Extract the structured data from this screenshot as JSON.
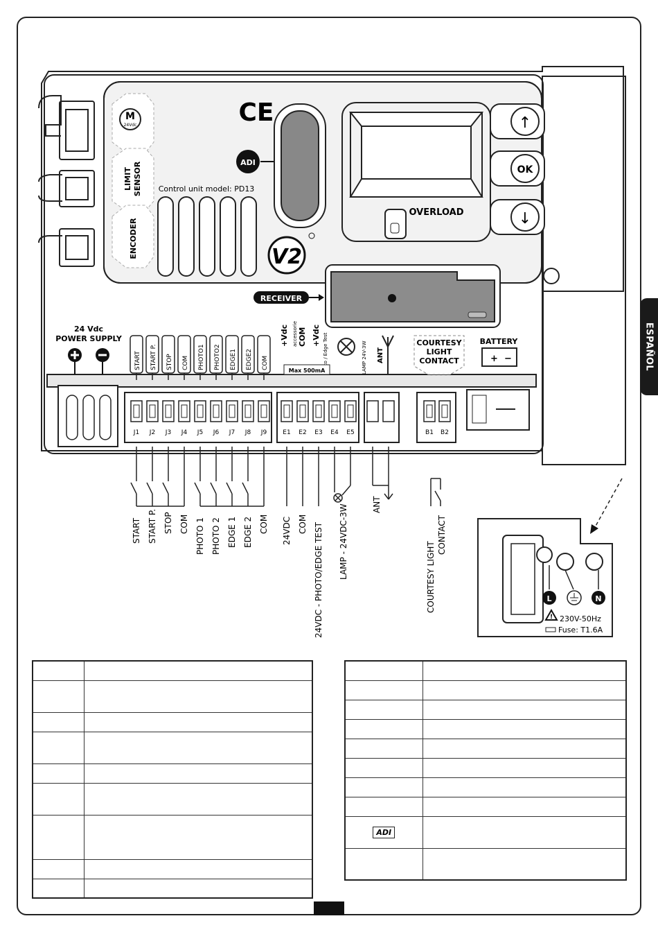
{
  "language_tab": "ESPAÑOL",
  "board": {
    "marks": {
      "ce": "CE",
      "adi": "ADI",
      "brand": "V2"
    },
    "motor": {
      "letter": "M",
      "spec": "24Vdc"
    },
    "side_labels": {
      "limit_sensor_1": "LIMIT",
      "limit_sensor_2": "SENSOR",
      "encoder": "ENCODER"
    },
    "model": "Control unit model: PD13",
    "overload": "OVERLOAD",
    "buttons": {
      "up": "↑",
      "ok": "OK",
      "down": "↓"
    },
    "receiver": "RECEIVER",
    "power_supply_1": "24 Vdc",
    "power_supply_2": "POWER SUPPLY",
    "input_labels": [
      "START",
      "START P.",
      "STOP",
      "COM",
      "PHOTO1",
      "PHOTO2",
      "EDGE1",
      "EDGE2",
      "COM"
    ],
    "accessory_labels": {
      "vdc": "+Vdc",
      "accessories": "accessorie",
      "com": "COM",
      "max": "Max 500mA",
      "vdc2": "+Vdc",
      "photo_edge_test": "Photo / Edge Test"
    },
    "lamp_label": "LAMP 24V-3W",
    "ant_label": "ANT",
    "courtesy_1": "COURTESY",
    "courtesy_2": "LIGHT",
    "courtesy_3": "CONTACT",
    "battery": "BATTERY",
    "terminals_j": [
      "J1",
      "J2",
      "J3",
      "J4",
      "J5",
      "J6",
      "J7",
      "J8",
      "J9"
    ],
    "terminals_e": [
      "E1",
      "E2",
      "E3",
      "E4",
      "E5"
    ],
    "terminals_b": [
      "B1",
      "B2"
    ]
  },
  "wiring_labels": {
    "start": "START",
    "start_p": "START P.",
    "stop": "STOP",
    "com1": "COM",
    "photo1": "PHOTO 1",
    "photo2": "PHOTO 2",
    "edge1": "EDGE 1",
    "edge2": "EDGE 2",
    "com2": "COM",
    "vdc24": "24VDC",
    "com3": "COM",
    "test": "24VDC - PHOTO/EDGE TEST",
    "lamp": "LAMP - 24VDC-3W",
    "ant": "ANT",
    "courtesy_1": "COURTESY LIGHT",
    "courtesy_2": "CONTACT"
  },
  "mains": {
    "terminals": [
      "L",
      "N"
    ],
    "voltage": "230V-50Hz",
    "fuse": "Fuse: T1.6A"
  },
  "legend_right_icon": "ADI"
}
